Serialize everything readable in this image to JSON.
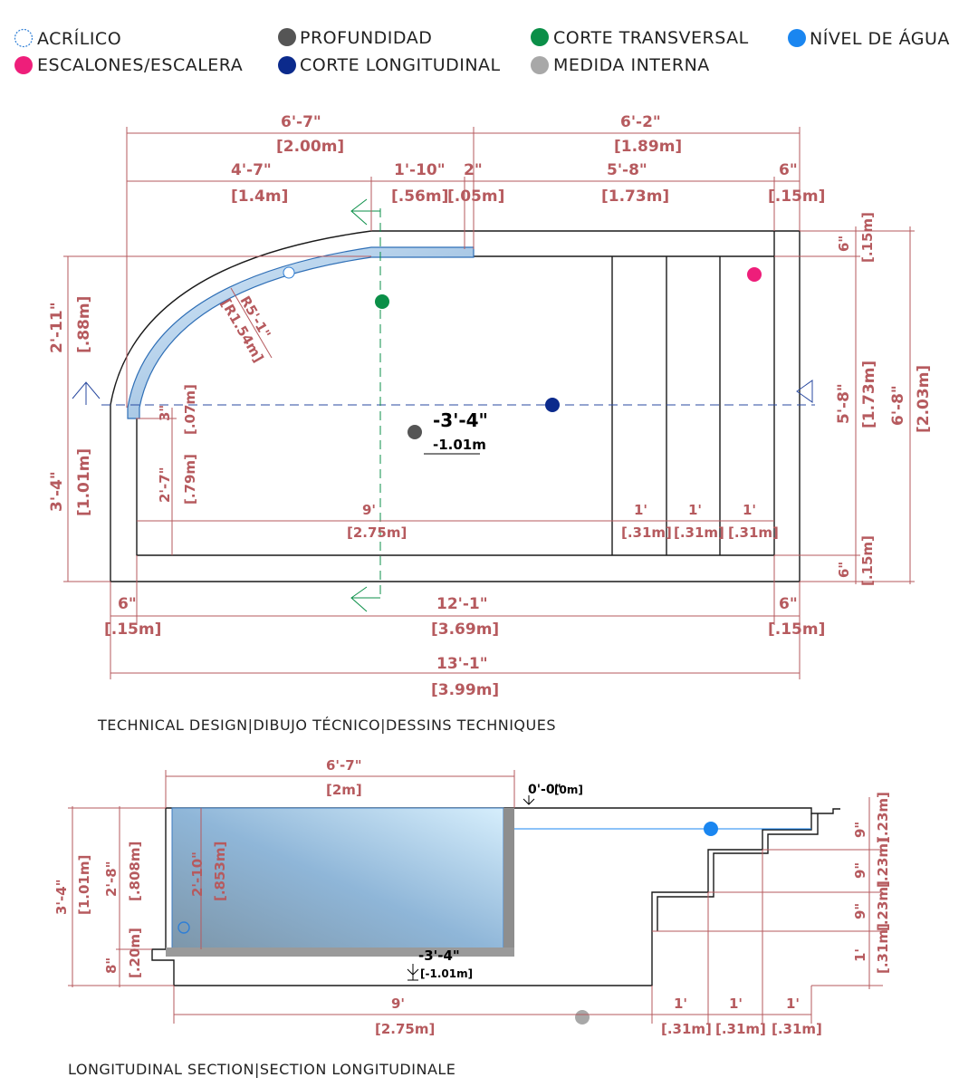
{
  "colors": {
    "acrilico": "#2f7fd6",
    "escalones": "#ee1e7a",
    "profundidad": "#555555",
    "corte_longitudinal": "#0b2a8c",
    "corte_transversal": "#0b8f48",
    "medida_interna": "#a8a8a8",
    "nivel_agua": "#1a86f0",
    "dimension": "#b65a5e"
  },
  "legend": [
    {
      "label": "ACRÍLICO",
      "icon": "hollow-circle-icon"
    },
    {
      "label": "ESCALONES/ESCALERA",
      "icon": "pink-dot-icon"
    },
    {
      "label": "PROFUNDIDAD",
      "icon": "gray-dot-icon"
    },
    {
      "label": "CORTE LONGITUDINAL",
      "icon": "navy-dot-icon"
    },
    {
      "label": "CORTE TRANSVERSAL",
      "icon": "green-dot-icon"
    },
    {
      "label": "MEDIDA INTERNA",
      "icon": "light-gray-dot-icon"
    },
    {
      "label": "NÍVEL DE ÁGUA",
      "icon": "blue-dot-icon"
    }
  ],
  "plan": {
    "caption": "TECHNICAL DESIGN|DIBUJO TÉCNICO|DESSINS TECHNIQUES",
    "depth_imperial": "-3'-4\"",
    "depth_metric": "-1.01m",
    "radius_imperial": "R5'-1\"",
    "radius_metric": "[R1.54m]",
    "top_dims": [
      {
        "imp": "6'-7\"",
        "met": "[2.00m]"
      },
      {
        "imp": "6'-2\"",
        "met": "[1.89m]"
      },
      {
        "imp": "4'-7\"",
        "met": "[1.4m]"
      },
      {
        "imp": "1'-10\"",
        "met": "[.56m]"
      },
      {
        "imp": "2\"",
        "met": "[.05m]"
      },
      {
        "imp": "5'-8\"",
        "met": "[1.73m]"
      },
      {
        "imp": "6\"",
        "met": "[.15m]"
      }
    ],
    "left_dims": [
      {
        "imp": "2'-11\"",
        "met": "[.88m]"
      },
      {
        "imp": "3'-4\"",
        "met": "[1.01m]"
      },
      {
        "imp": "3\"",
        "met": "[.07m]"
      },
      {
        "imp": "2'-7\"",
        "met": "[.79m]"
      }
    ],
    "right_dims": [
      {
        "imp": "6\"",
        "met": "[.15m]"
      },
      {
        "imp": "5'-8\"",
        "met": "[1.73m]"
      },
      {
        "imp": "6'-8\"",
        "met": "[2.03m]"
      },
      {
        "imp": "6\"",
        "met": "[.15m]"
      }
    ],
    "inner_dims": [
      {
        "imp": "9'",
        "met": "[2.75m]"
      },
      {
        "imp": "1'",
        "met": "[.31m]"
      },
      {
        "imp": "1'",
        "met": "[.31m]"
      },
      {
        "imp": "1'",
        "met": "[.31m]"
      }
    ],
    "bottom_dims": [
      {
        "imp": "6\"",
        "met": "[.15m]"
      },
      {
        "imp": "12'-1\"",
        "met": "[3.69m]"
      },
      {
        "imp": "6\"",
        "met": "[.15m]"
      },
      {
        "imp": "13'-1\"",
        "met": "[3.99m]"
      }
    ]
  },
  "section": {
    "caption": "LONGITUDINAL SECTION|SECTION LONGITUDINALE",
    "top_dim": {
      "imp": "6'-7\"",
      "met": "[2m]"
    },
    "water_level": {
      "imp": "0'-0\"",
      "met": "[0m]"
    },
    "depth_imperial": "-3'-4\"",
    "depth_metric": "[-1.01m]",
    "left_dims": [
      {
        "imp": "3'-4\"",
        "met": "[1.01m]"
      },
      {
        "imp": "2'-8\"",
        "met": "[.808m]"
      },
      {
        "imp": "8\"",
        "met": "[.20m]"
      },
      {
        "imp": "2'-10\"",
        "met": "[.853m]"
      }
    ],
    "right_dims": [
      {
        "imp": "9\"",
        "met": "[.23m]"
      },
      {
        "imp": "9\"",
        "met": "[.23m]"
      },
      {
        "imp": "9\"",
        "met": "[.23m]"
      },
      {
        "imp": "1'",
        "met": "[.31m]"
      }
    ],
    "bottom_dims": [
      {
        "imp": "9'",
        "met": "[2.75m]"
      },
      {
        "imp": "1'",
        "met": "[.31m]"
      },
      {
        "imp": "1'",
        "met": "[.31m]"
      },
      {
        "imp": "1'",
        "met": "[.31m]"
      }
    ]
  }
}
